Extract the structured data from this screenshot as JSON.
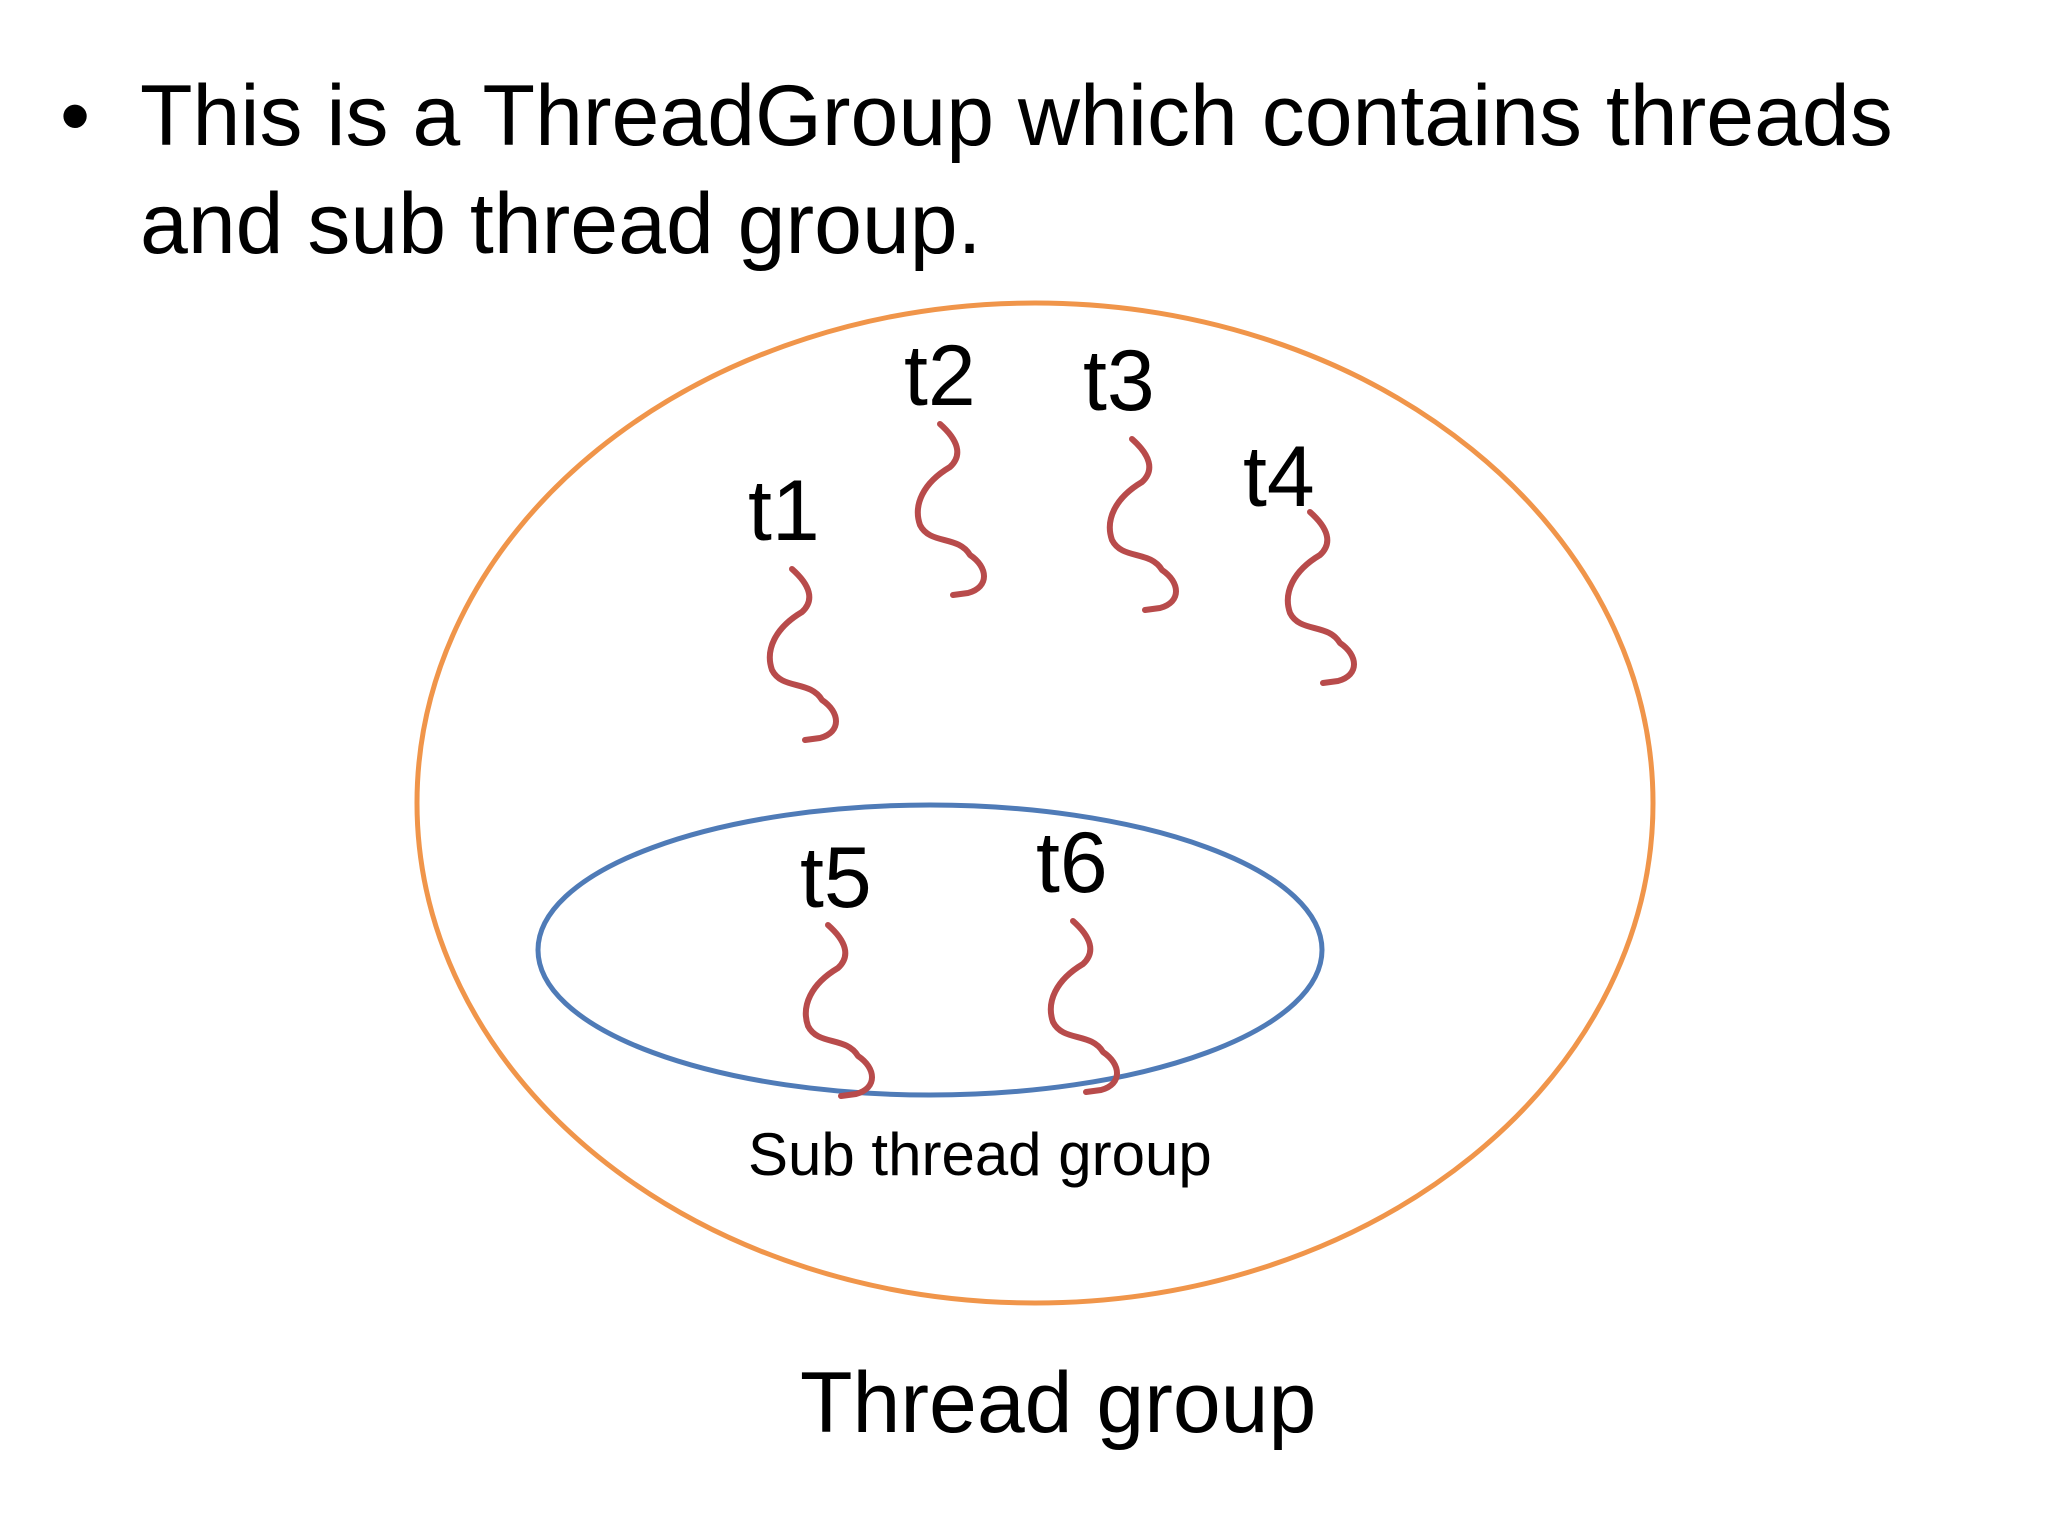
{
  "slide": {
    "bullet_symbol": "•",
    "bullet_text": "This is a ThreadGroup which contains threads and sub thread group."
  },
  "diagram": {
    "outer_group_label": "Thread group",
    "sub_group_label": "Sub thread group",
    "threads": [
      {
        "label": "t1",
        "group": "outer"
      },
      {
        "label": "t2",
        "group": "outer"
      },
      {
        "label": "t3",
        "group": "outer"
      },
      {
        "label": "t4",
        "group": "outer"
      },
      {
        "label": "t5",
        "group": "sub"
      },
      {
        "label": "t6",
        "group": "sub"
      }
    ],
    "colors": {
      "outer_group": "#F0954A",
      "sub_group": "#4F7BB7",
      "thread": "#B84B4B",
      "text": "#000000"
    }
  }
}
